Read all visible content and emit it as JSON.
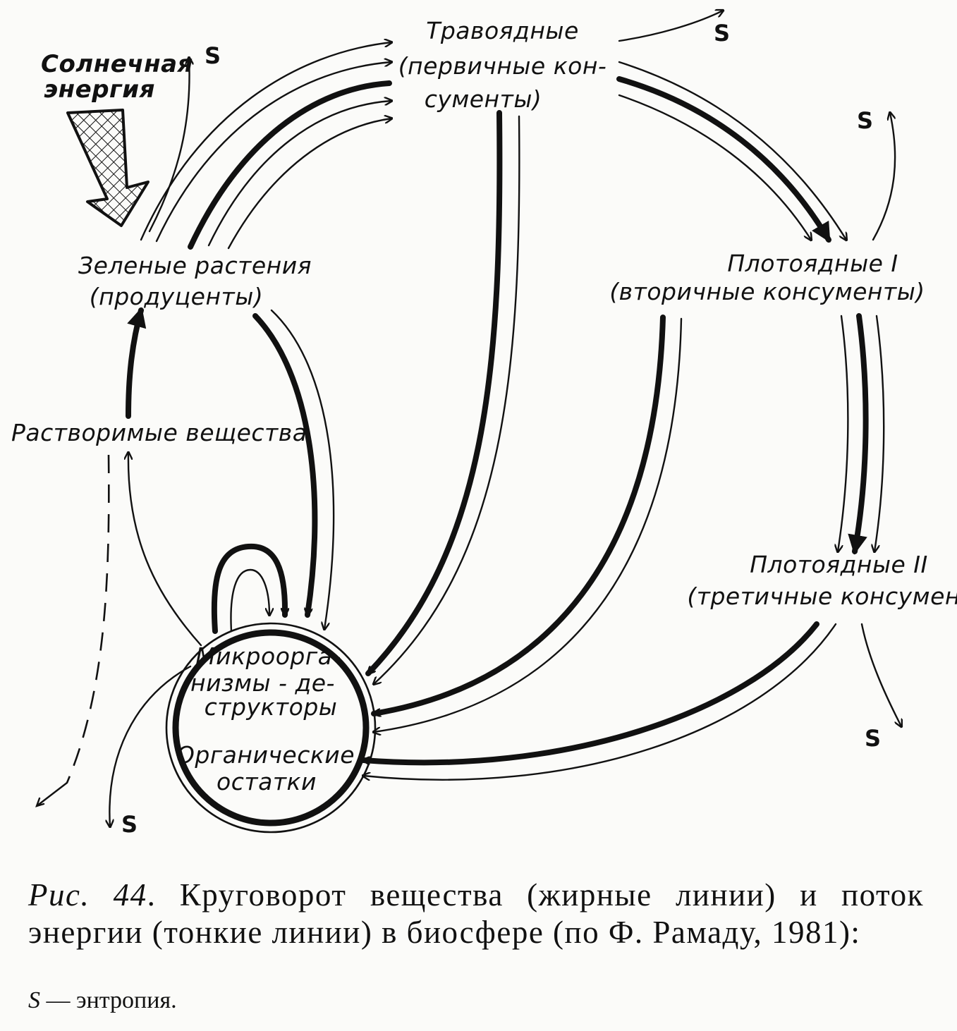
{
  "diagram": {
    "nodes": {
      "sun": [
        "Солнечная",
        "энергия"
      ],
      "herbivores": [
        "Травоядные",
        "(первичные кон-",
        "сументы)"
      ],
      "plants": [
        "Зеленые растения",
        "(продуценты)"
      ],
      "carnivores1": [
        "Плотоядные I",
        "(вторичные консументы)"
      ],
      "carnivores2": [
        "Плотоядные II",
        "(третичные консументы)"
      ],
      "soluble": [
        "Растворимые вещества"
      ],
      "decomposers": [
        "Микроорга-",
        "низмы - де-",
        "структоры"
      ],
      "organic": [
        "Органические",
        "остатки"
      ]
    },
    "entropy_symbol": "S",
    "colors": {
      "ink": "#111111",
      "paper": "#fbfbf9"
    }
  },
  "caption": {
    "figure": "Рис. 44",
    "text": ". Круговорот вещества (жирные линии) и поток энергии (тонкие линии) в биосфере (по Ф. Рамаду, 1981):",
    "note_symbol": "S",
    "note_text": " — энтропия."
  }
}
